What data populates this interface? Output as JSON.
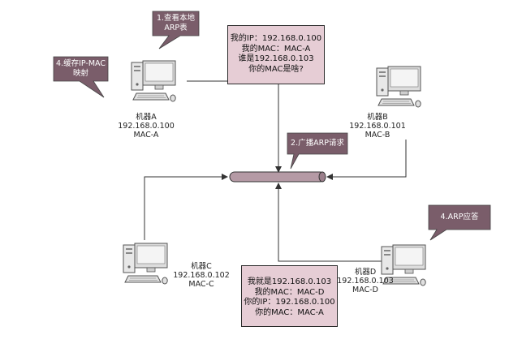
{
  "colors": {
    "callout_fill": "#7a5d6a",
    "note_fill": "#e6cdd5",
    "bus_fill": "#b59aa5",
    "line": "#333333"
  },
  "icons": [
    "desktop-computer-icon"
  ],
  "callouts": {
    "step1": [
      "1.查看本地",
      "ARP表"
    ],
    "step2": "2.广播ARP请求",
    "step4_cache": [
      "4.缓存IP-MAC",
      "映射"
    ],
    "step4_reply": "4.ARP应答"
  },
  "machines": {
    "a": {
      "name": "机器A",
      "ip": "192.168.0.100",
      "mac": "MAC-A"
    },
    "b": {
      "name": "机器B",
      "ip": "192.168.0.101",
      "mac": "MAC-B"
    },
    "c": {
      "name": "机器C",
      "ip": "192.168.0.102",
      "mac": "MAC-C"
    },
    "d": {
      "name": "机器D",
      "ip": "192.168.0.103",
      "mac": "MAC-D"
    }
  },
  "request_note": [
    "我的IP：192.168.0.100",
    "我的MAC：MAC-A",
    "谁是192.168.0.103",
    "你的MAC是啥?"
  ],
  "reply_note": [
    "我就是192.168.0.103",
    "我的MAC：MAC-D",
    "你的IP：192.168.0.100",
    "你的MAC：MAC-A"
  ]
}
